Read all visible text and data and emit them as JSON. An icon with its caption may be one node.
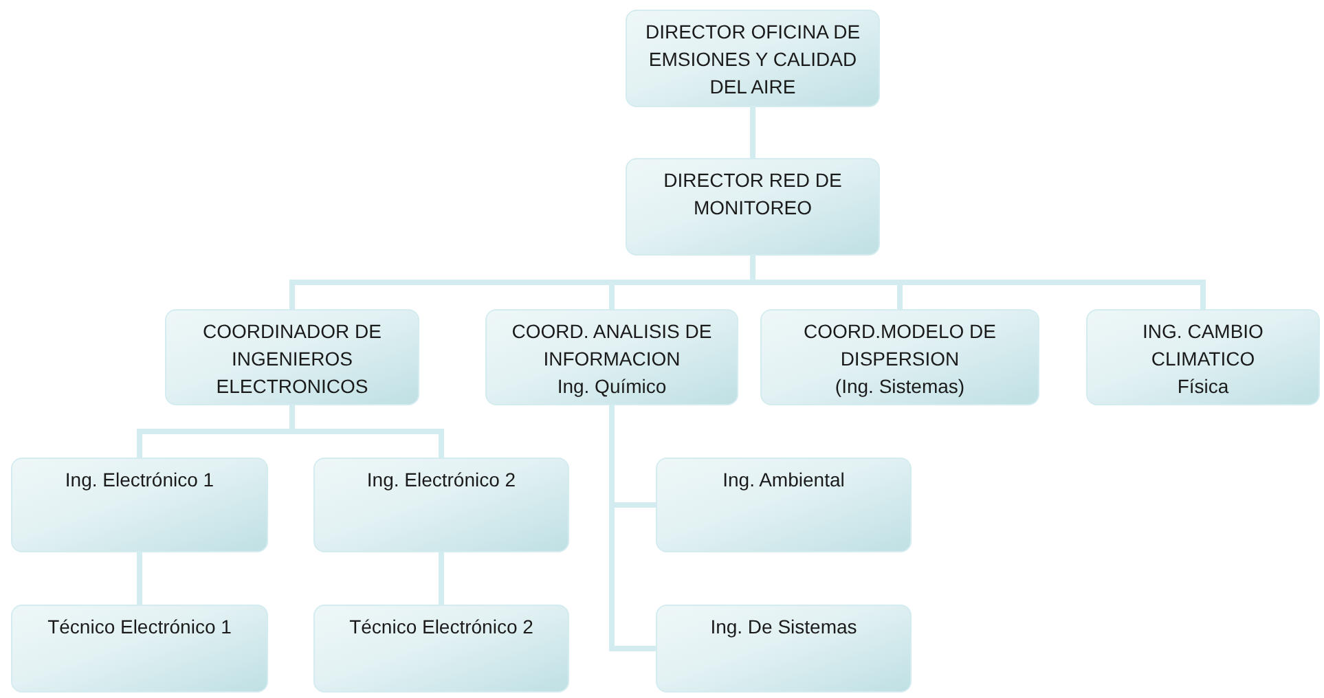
{
  "diagram": {
    "nodes": [
      {
        "text": [
          "DIRECTOR OFICINA DE EMSIONES Y CALIDAD DEL AIRE"
        ]
      },
      {
        "text": [
          "DIRECTOR RED DE MONITOREO"
        ]
      },
      {
        "text": [
          "COORDINADOR DE INGENIEROS ELECTRONICOS"
        ]
      },
      {
        "text": [
          "COORD. ANALISIS DE INFORMACION",
          "Ing. Químico"
        ]
      },
      {
        "text": [
          "COORD.MODELO DE DISPERSION",
          "(Ing. Sistemas)"
        ]
      },
      {
        "text": [
          "ING. CAMBIO CLIMATICO",
          "Física"
        ]
      },
      {
        "text": [
          "Ing. Electrónico 1"
        ]
      },
      {
        "text": [
          "Ing. Electrónico 2"
        ]
      },
      {
        "text": [
          "Técnico Electrónico 1"
        ]
      },
      {
        "text": [
          "Técnico Electrónico 2"
        ]
      },
      {
        "text": [
          "Ing. Ambiental"
        ]
      },
      {
        "text": [
          "Ing. De Sistemas"
        ]
      }
    ],
    "edges": [
      {
        "from": 0,
        "to": 1,
        "arrow": "none"
      },
      {
        "from": 1,
        "to": 2,
        "arrow": "none"
      },
      {
        "from": 1,
        "to": 3,
        "arrow": "none"
      },
      {
        "from": 1,
        "to": 4,
        "arrow": "none"
      },
      {
        "from": 1,
        "to": 5,
        "arrow": "none"
      },
      {
        "from": 2,
        "to": 6,
        "arrow": "none"
      },
      {
        "from": 2,
        "to": 7,
        "arrow": "none"
      },
      {
        "from": 6,
        "to": 8,
        "arrow": "none"
      },
      {
        "from": 7,
        "to": 9,
        "arrow": "none"
      },
      {
        "from": 3,
        "to": 10,
        "arrow": "none"
      },
      {
        "from": 3,
        "to": 11,
        "arrow": "none"
      }
    ]
  }
}
